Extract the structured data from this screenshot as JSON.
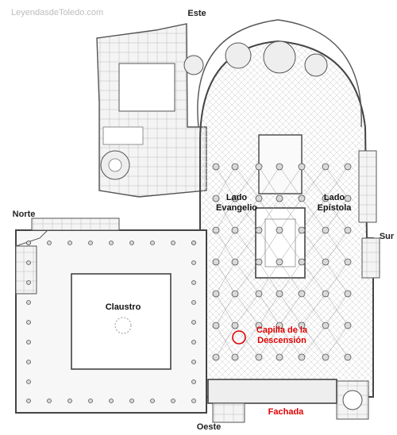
{
  "watermark": "LeyendasdeToledo.com",
  "compass": {
    "east": "Este",
    "north": "Norte",
    "south": "Sur",
    "west": "Oeste"
  },
  "areas": {
    "left_side": [
      "Lado",
      "Evangelio"
    ],
    "right_side": [
      "Lado",
      "Epístola"
    ],
    "cloister": "Claustro",
    "facade": "Fachada"
  },
  "highlight": {
    "label": [
      "Capilla de la",
      "Descensión"
    ],
    "color": "#e00000"
  },
  "colors": {
    "ink": "#555555",
    "paper": "#ffffff",
    "accent": "#e00000"
  }
}
